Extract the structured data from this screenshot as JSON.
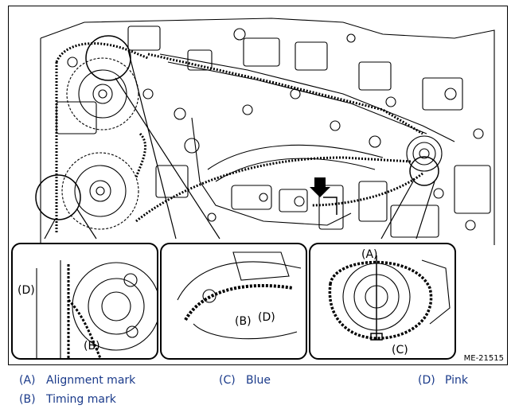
{
  "figure": {
    "id": "ME-21515",
    "inset_labels": {
      "inset1_d": "(D)",
      "inset1_b": "(B)",
      "inset2_b": "(B)",
      "inset2_d": "(D)",
      "inset3_a": "(A)",
      "inset3_c": "(C)"
    }
  },
  "legend": [
    {
      "key": "(A)",
      "text": "Alignment mark"
    },
    {
      "key": "(C)",
      "text": "Blue"
    },
    {
      "key": "(D)",
      "text": "Pink"
    },
    {
      "key": "(B)",
      "text": "Timing mark"
    }
  ]
}
